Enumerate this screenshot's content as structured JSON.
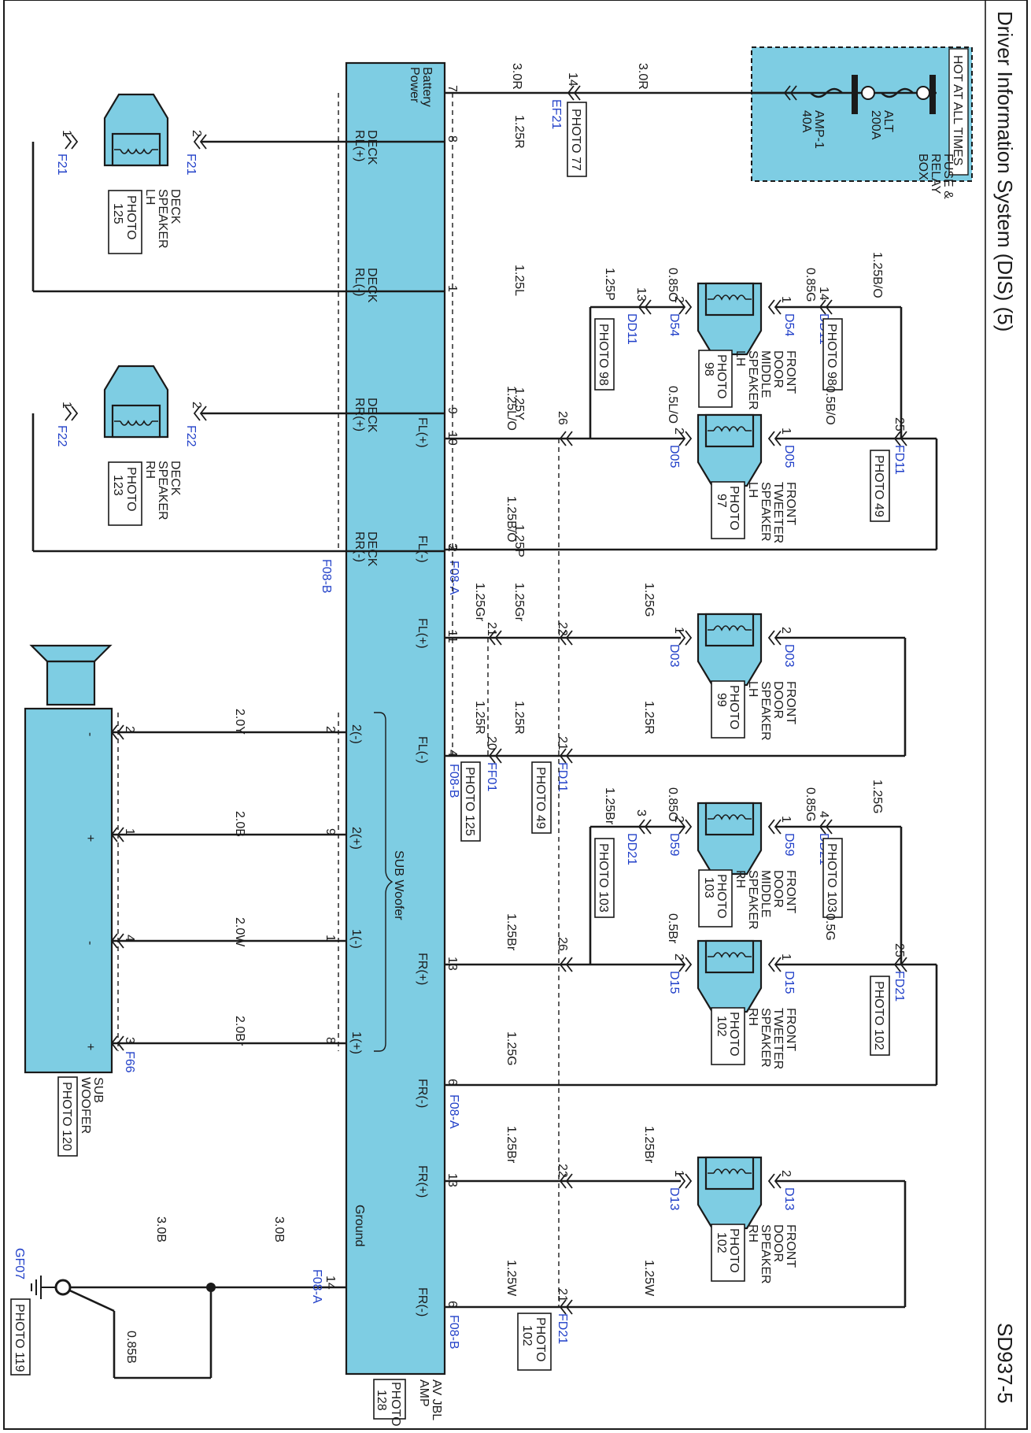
{
  "title": "Driver Information System (DIS) (5)",
  "page_code": "SD937-5",
  "fuse_box": {
    "header": "HOT AT ALL TIMES",
    "name": [
      "FUSE &",
      "RELAY",
      "BOX"
    ],
    "fuse_alt": [
      "ALT",
      "200A"
    ],
    "fuse_amp": [
      "AMP-1",
      "40A"
    ]
  },
  "amp": {
    "name": [
      "AV JBL",
      "AMP"
    ],
    "photo": [
      "PHOTO",
      "128"
    ],
    "pins": {
      "battery": [
        "Battery",
        "Power"
      ],
      "deck_rl_pos": [
        "DECK",
        "RL(+)"
      ],
      "deck_rl_neg": [
        "DECK",
        "RL(-)"
      ],
      "deck_rr_pos": [
        "DECK",
        "RR(+)"
      ],
      "deck_rr_neg": [
        "DECK",
        "RR(-)"
      ],
      "fl_pos": "FL(+)",
      "fl_neg": "FL(-)",
      "fr_pos": "FR(+)",
      "fr_neg": "FR(-)",
      "sw_2neg": "2(-)",
      "sw_2pos": "2(+)",
      "sw_1neg": "1(-)",
      "sw_1pos": "1(+)",
      "ground": "Ground",
      "sub_woofer": "SUB Woofer"
    }
  },
  "pins": {
    "p1": "1",
    "p2": "2",
    "p3": "3",
    "p4": "4",
    "p6": "6",
    "p7": "7",
    "p8": "8",
    "p9": "9",
    "p10": "10",
    "p11": "11",
    "p13": "13",
    "p14": "14",
    "p20": "20",
    "p21": "21",
    "p22": "22",
    "p25": "25",
    "p26": "26"
  },
  "wires": {
    "w3_0R": "3.0R",
    "w1_25R": "1.25R",
    "w1_25L": "1.25L",
    "w1_25Y": "1.25Y",
    "w1_25P": "1.25P",
    "w1_25B_O": "1.25B/O",
    "w0_85G": "0.85G",
    "w0_85O": "0.85O",
    "w0_5B_O": "0.5B/O",
    "w0_5L_O": "0.5L/O",
    "w1_25L_O": "1.25L/O",
    "w1_25Gr": "1.25Gr",
    "w1_25G": "1.25G",
    "w1_25Br": "1.25Br",
    "w0_5G": "0.5G",
    "w0_5Br": "0.5Br",
    "w1_25W": "1.25W",
    "w2_0Y": "2.0Y",
    "w2_0B": "2.0B",
    "w2_0W": "2.0W",
    "w2_0Br": "2.0Br",
    "w3_0B": "3.0B",
    "w0_85B": "0.85B"
  },
  "connectors": {
    "EF21": "EF21",
    "F21": "F21",
    "F22": "F22",
    "F08A": "F08-A",
    "F08B": "F08-B",
    "DD11": "DD11",
    "D54": "D54",
    "D05": "D05",
    "FD11": "FD11",
    "D03": "D03",
    "FF01": "FF01",
    "DD21": "DD21",
    "D59": "D59",
    "D15": "D15",
    "FD21": "FD21",
    "D13": "D13",
    "F66": "F66",
    "GF07": "GF07"
  },
  "photos": {
    "p77": "PHOTO 77",
    "p98": "PHOTO 98",
    "p49": "PHOTO 49",
    "p125": "PHOTO 125",
    "p103": "PHOTO 103",
    "p102": "PHOTO 102",
    "p119": "PHOTO 119",
    "photo_word": "PHOTO",
    "n125": "125",
    "n123": "123",
    "n98": "98",
    "n97": "97",
    "n99": "99",
    "n103": "103",
    "n102": "102"
  },
  "speakers": {
    "deck_lh": [
      "DECK",
      "SPEAKER",
      "LH"
    ],
    "deck_rh": [
      "DECK",
      "SPEAKER",
      "RH"
    ],
    "front_mid_lh": [
      "FRONT",
      "DOOR",
      "MIDDLE",
      "SPEAKER",
      "LH"
    ],
    "front_tw_lh": [
      "FRONT",
      "TWEETER",
      "SPEAKER",
      "LH"
    ],
    "front_door_lh": [
      "FRONT",
      "DOOR",
      "SPEAKER",
      "LH"
    ],
    "front_mid_rh": [
      "FRONT",
      "DOOR",
      "MIDDLE",
      "SPEAKER",
      "RH"
    ],
    "front_tw_rh": [
      "FRONT",
      "TWEETER",
      "SPEAKER",
      "RH"
    ],
    "front_door_rh": [
      "FRONT",
      "DOOR",
      "SPEAKER",
      "RH"
    ],
    "sub_woofer": [
      "SUB",
      "WOOFER"
    ],
    "sub_photo": [
      "PHOTO 120"
    ],
    "sub_plus": "+",
    "sub_minus": "-"
  }
}
